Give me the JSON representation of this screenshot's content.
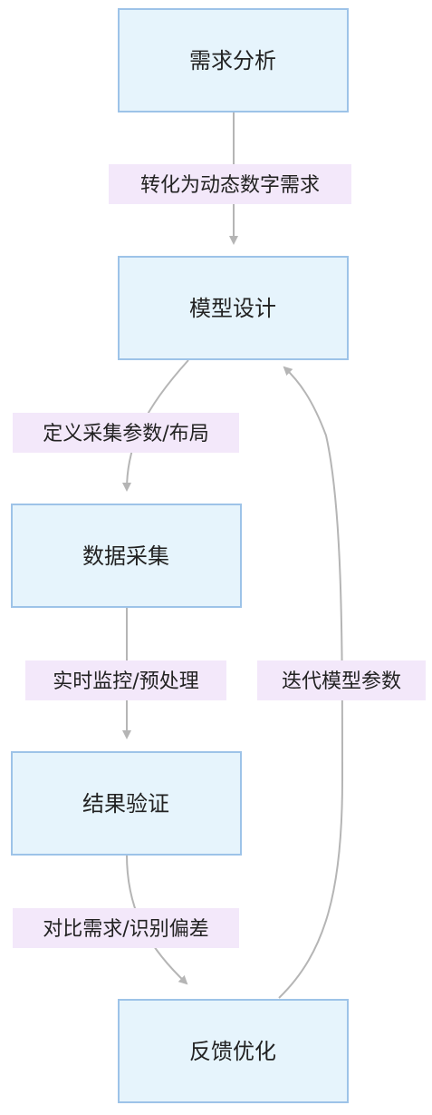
{
  "nodes": {
    "requirements": "需求分析",
    "model_design": "模型设计",
    "data_collection": "数据采集",
    "result_validation": "结果验证",
    "feedback": "反馈优化"
  },
  "edges": {
    "req_to_model": "转化为动态数字需求",
    "model_to_data": "定义采集参数/布局",
    "data_to_result": "实时监控/预处理",
    "result_to_feedback": "对比需求/识别偏差",
    "feedback_to_model": "迭代模型参数"
  },
  "colors": {
    "node_fill": "#e6f4fc",
    "node_border": "#9dc3e8",
    "edge": "#b5b5b5",
    "label_bg": "#f3e8fa"
  }
}
